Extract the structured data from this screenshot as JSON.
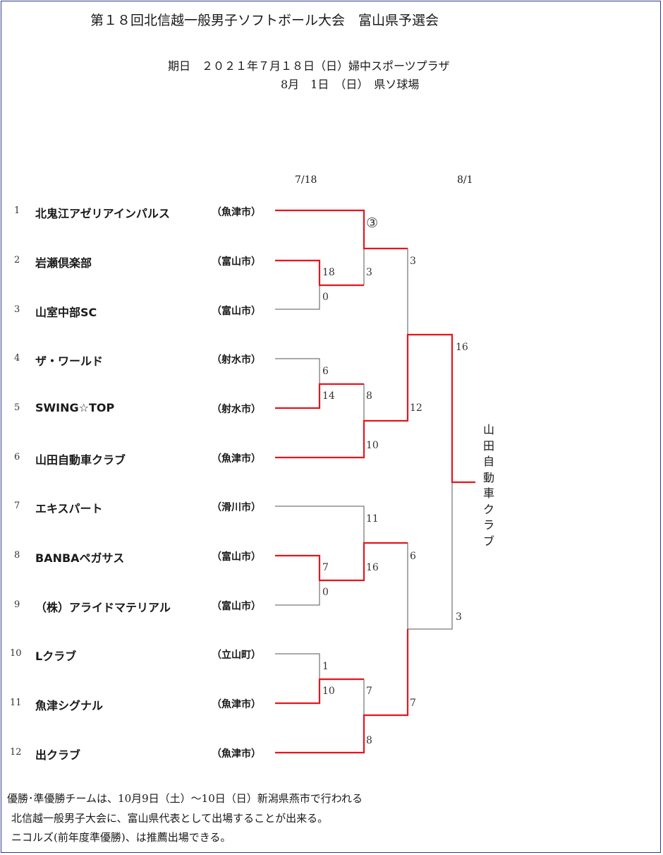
{
  "header": {
    "title": "第１８回北信越一般男子ソフトボール大会　富山県予選会",
    "date_line1": "期日　２０２１年７月１８日（日）婦中スポーツプラザ",
    "date_line2": "8月　1日　（日）　県ソ球場"
  },
  "columns": {
    "round1": "7/18",
    "final": "8/1"
  },
  "teams": [
    {
      "no": "1",
      "name": "北鬼江アゼリアインパルス",
      "city": "（魚津市）"
    },
    {
      "no": "2",
      "name": "岩瀬倶楽部",
      "city": "（富山市）"
    },
    {
      "no": "3",
      "name": "山室中部SC",
      "city": "（富山市）"
    },
    {
      "no": "4",
      "name": "ザ・ワールド",
      "city": "（射水市）"
    },
    {
      "no": "5",
      "name": "SWING☆TOP",
      "city": "（射水市）"
    },
    {
      "no": "6",
      "name": "山田自動車クラブ",
      "city": "（魚津市）"
    },
    {
      "no": "7",
      "name": "エキスパート",
      "city": "（滑川市）"
    },
    {
      "no": "8",
      "name": "BANBAペガサス",
      "city": "（富山市）"
    },
    {
      "no": "9",
      "name": "（株）アライドマテリアル",
      "city": "（富山市）"
    },
    {
      "no": "10",
      "name": "Lクラブ",
      "city": "（立山町）"
    },
    {
      "no": "11",
      "name": "魚津シグナル",
      "city": "（魚津市）"
    },
    {
      "no": "12",
      "name": "出クラブ",
      "city": "（魚津市）"
    }
  ],
  "scores": {
    "m1_top": "18",
    "m1_bot": "0",
    "m2_top": "6",
    "m2_bot": "14",
    "m3_top": "1",
    "m3_bot": "10",
    "m4_top": "7",
    "m4_bot": "0",
    "r2a_mark": "③",
    "r2a_top": "3",
    "r2b_top": "8",
    "r2b_bot": "10",
    "r2c_top": "11",
    "r2c_bot": "16",
    "r2d_top": "7",
    "r2d_bot": "8",
    "sf1_top": "3",
    "sf1_bot": "12",
    "sf2_top": "6",
    "sf2_bot": "7",
    "final_top": "16",
    "final_bot": "3"
  },
  "champion": "山田自動車クラブ",
  "notes": [
    "優勝･準優勝チームは、10月9日（土）～10日（日）新潟県燕市で行われる",
    "北信越一般男子大会に、富山県代表として出場することが出来る。",
    "ニコルズ(前年度準優勝)、は推薦出場できる。"
  ],
  "colors": {
    "winner_line": "#e8141c",
    "loser_line": "#555555",
    "frame": "#2b3a8f"
  }
}
